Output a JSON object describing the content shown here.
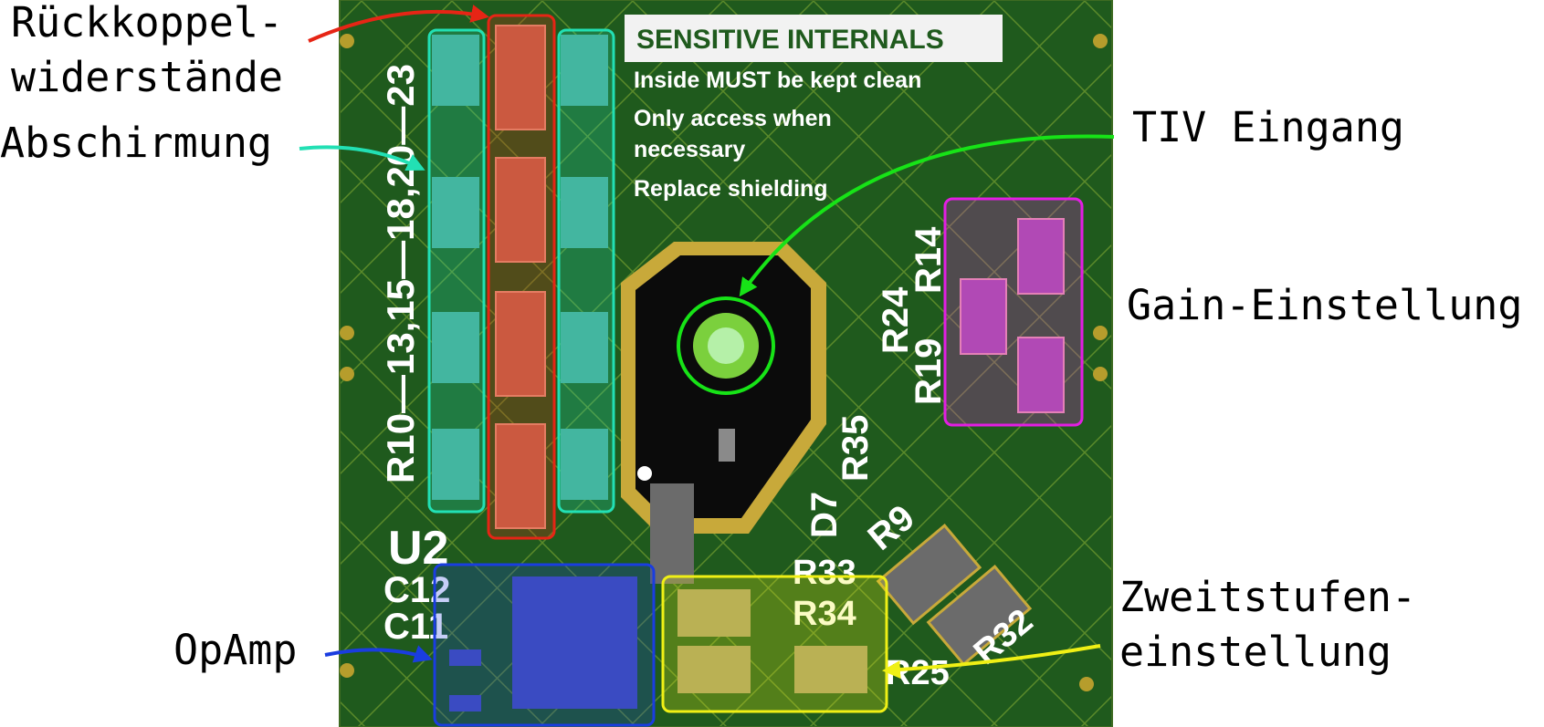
{
  "annotations": {
    "feedback_resistors": [
      "Rückkoppel-",
      "widerstände"
    ],
    "shielding": "Abschirmung",
    "tiv_input": "TIV Eingang",
    "gain_setting": "Gain-Einstellung",
    "two_stage": [
      "Zweitstufen-",
      "einstellung"
    ],
    "opamp": "OpAmp"
  },
  "board": {
    "notice_title": "SENSITIVE INTERNALS",
    "notice_lines": [
      "Inside MUST be kept clean",
      "Only access when",
      "necessary",
      "Replace shielding"
    ],
    "designators": {
      "feedback_group": "R10—13,15—18,20—23",
      "r14": "R14",
      "r24": "R24",
      "r19": "R19",
      "r35": "R35",
      "d7": "D7",
      "r9": "R9",
      "r33": "R33",
      "r34": "R34",
      "r32": "R32",
      "r25": "R25",
      "u2": "U2",
      "c12": "C12",
      "c11": "C11"
    }
  },
  "colors": {
    "feedback": "#e62515",
    "shielding": "#22e0b4",
    "tiv": "#17e317",
    "gain": "#e21ee2",
    "two_stage": "#f0f015",
    "opamp": "#1a3de0",
    "pcb": "#1f5a1d"
  }
}
